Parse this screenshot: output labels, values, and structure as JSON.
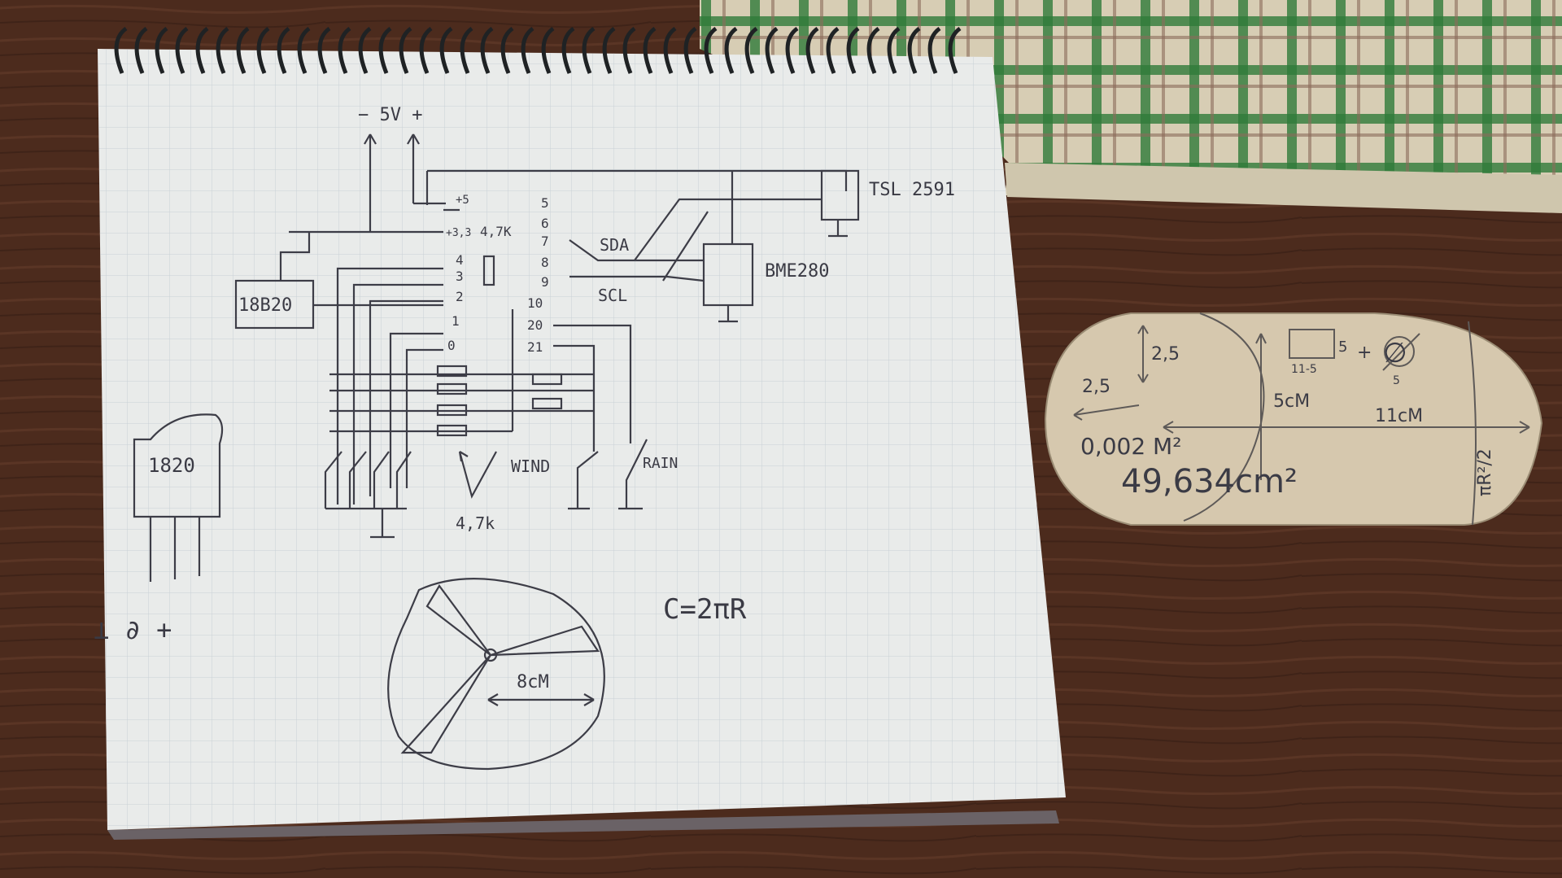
{
  "notebook": {
    "power": "− 5V +",
    "sensors": {
      "temp_probe": "18B20",
      "light": "TSL 2591",
      "env": "BME280",
      "transistor": "1820"
    },
    "bus": {
      "sda": "SDA",
      "scl": "SCL"
    },
    "pins_left": [
      "+5",
      "+3,3",
      "4",
      "3",
      "2",
      "1",
      "0"
    ],
    "pins_right": [
      "5",
      "6",
      "7",
      "8",
      "9",
      "10",
      "20",
      "21"
    ],
    "resistor_top": "4,7K",
    "resistor_bottom": "4,7k",
    "switch_labels": {
      "wind": "WIND",
      "rain": "RAIN"
    },
    "pinout": "⊥ ∂ +",
    "anemometer_radius": "8cM",
    "formula": "C=2πR"
  },
  "card": {
    "dim_vertical": "2,5",
    "dim_horizontal": "2,5",
    "area_m2": "0,002 M²",
    "area_cm2": "49,634cm²",
    "height": "5cM",
    "length": "11cM",
    "formula_note": "11-5",
    "formula_exp": "5",
    "formula_plus": "+",
    "diam_symbol": "∅",
    "diam_sub": "5",
    "side_formula": "πR²/2"
  }
}
